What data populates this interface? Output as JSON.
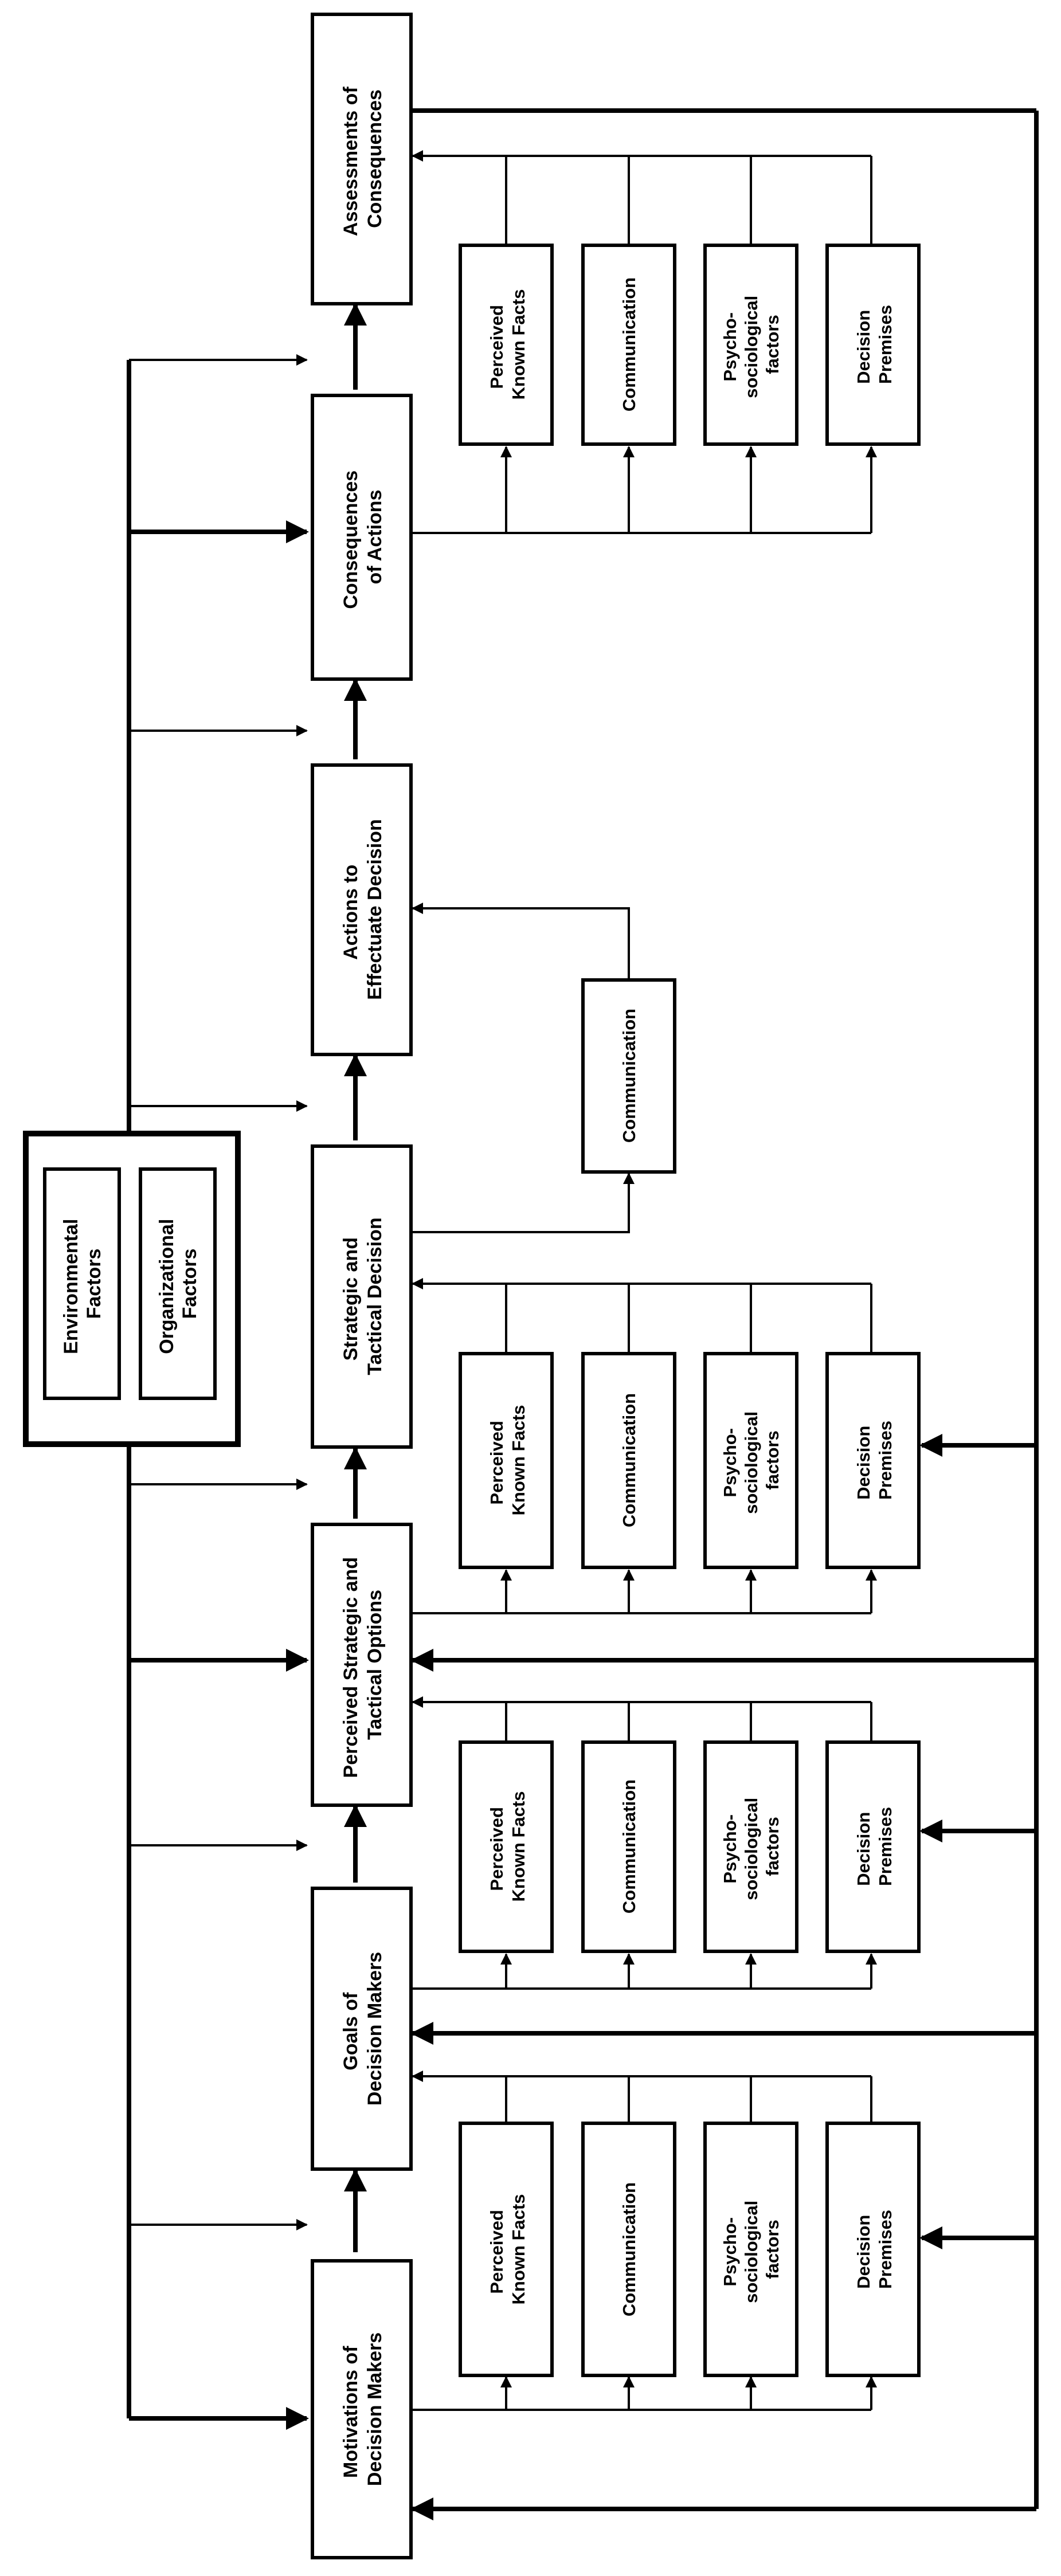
{
  "diagram": {
    "environment_box": {
      "environmental_factors": [
        "Environmental",
        "Factors"
      ],
      "organizational_factors": [
        "Organizational",
        "Factors"
      ]
    },
    "stages": {
      "motivations": [
        "Motivations of",
        "Decision Makers"
      ],
      "goals": [
        "Goals of",
        "Decision Makers"
      ],
      "options": [
        "Perceived Strategic and",
        "Tactical Options"
      ],
      "decision": [
        "Strategic and",
        "Tactical Decision"
      ],
      "actions": [
        "Actions to",
        "Effectuate Decision"
      ],
      "consequences": [
        "Consequences",
        "of Actions"
      ],
      "assessments": [
        "Assessments of",
        "Consequences"
      ]
    },
    "inputs": {
      "perceived_known_facts": [
        "Perceived",
        "Known Facts"
      ],
      "communication": [
        "Communication"
      ],
      "psycho_sociological_factors": [
        "Psycho-",
        "sociological",
        "factors"
      ],
      "decision_premises": [
        "Decision",
        "Premises"
      ]
    }
  }
}
